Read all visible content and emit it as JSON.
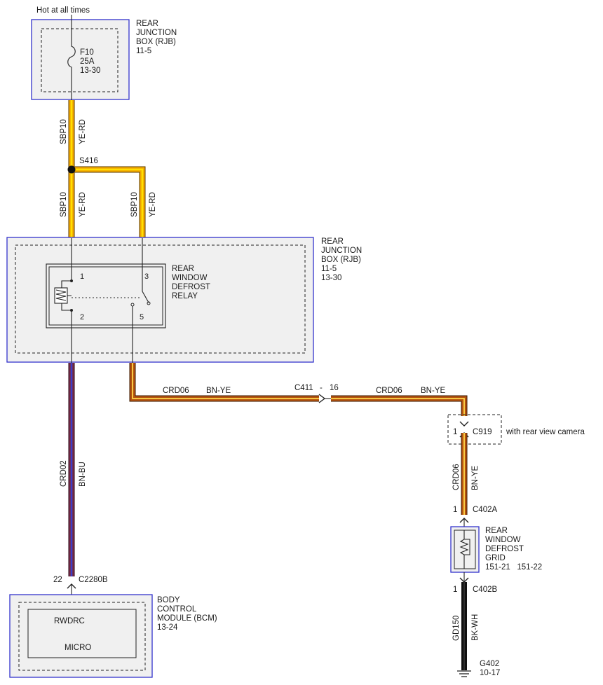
{
  "power_note": "Hot at all times",
  "rjb_top": {
    "name_lines": [
      "REAR",
      "JUNCTION",
      "BOX (RJB)",
      "11-5"
    ],
    "fuse_lines": [
      "F10",
      "25A",
      "13-30"
    ]
  },
  "wire_sbp10_top": {
    "circuit": "SBP10",
    "color": "YE-RD"
  },
  "splice": {
    "label": "S416"
  },
  "wire_sbp10_left": {
    "circuit": "SBP10",
    "color": "YE-RD"
  },
  "wire_sbp10_right": {
    "circuit": "SBP10",
    "color": "YE-RD"
  },
  "rjb_main": {
    "name_lines": [
      "REAR",
      "JUNCTION",
      "BOX (RJB)",
      "11-5",
      "13-30"
    ]
  },
  "relay": {
    "name_lines": [
      "REAR",
      "WINDOW",
      "DEFROST",
      "RELAY"
    ],
    "pins": [
      "1",
      "2",
      "3",
      "5"
    ]
  },
  "wire_crd06_a": {
    "circuit": "CRD06",
    "color": "BN-YE"
  },
  "connector_c411": {
    "label": "C411",
    "dash": "-",
    "pin": "16"
  },
  "wire_crd06_b": {
    "circuit": "CRD06",
    "color": "BN-YE"
  },
  "connector_c919": {
    "pin": "1",
    "label": "C919",
    "note": "with rear view camera"
  },
  "wire_crd06_c": {
    "circuit": "CRD06",
    "color": "BN-YE"
  },
  "connector_c402a": {
    "pin": "1",
    "label": "C402A"
  },
  "defrost_grid": {
    "name_lines": [
      "REAR",
      "WINDOW",
      "DEFROST",
      "GRID"
    ],
    "refs": "151-21   151-22"
  },
  "connector_c402b": {
    "pin": "1",
    "label": "C402B"
  },
  "wire_gd150": {
    "circuit": "GD150",
    "color": "BK-WH"
  },
  "ground": {
    "label": "G402",
    "ref": "10-17"
  },
  "wire_crd02": {
    "circuit": "CRD02",
    "color": "BN-BU"
  },
  "connector_c2280b": {
    "pin": "22",
    "label": "C2280B"
  },
  "bcm": {
    "name_lines": [
      "BODY",
      "CONTROL",
      "MODULE (BCM)",
      "13-24"
    ],
    "pin_label": "RWDRC",
    "micro_label": "MICRO"
  },
  "colors": {
    "ye_rd_outer": "#5a3a00",
    "ye_rd_main": "#f2a800",
    "ye_rd_stripe": "#ffe000",
    "bn_ye_main": "#b5530f",
    "bn_ye_stripe": "#ffd84a",
    "bn_bu_main": "#7a2a45",
    "bn_bu_stripe": "#3b3ec8",
    "bk_wh_main": "#1a1a1a",
    "box_fill": "#f0f0f0",
    "box_border": "#3333cc"
  }
}
